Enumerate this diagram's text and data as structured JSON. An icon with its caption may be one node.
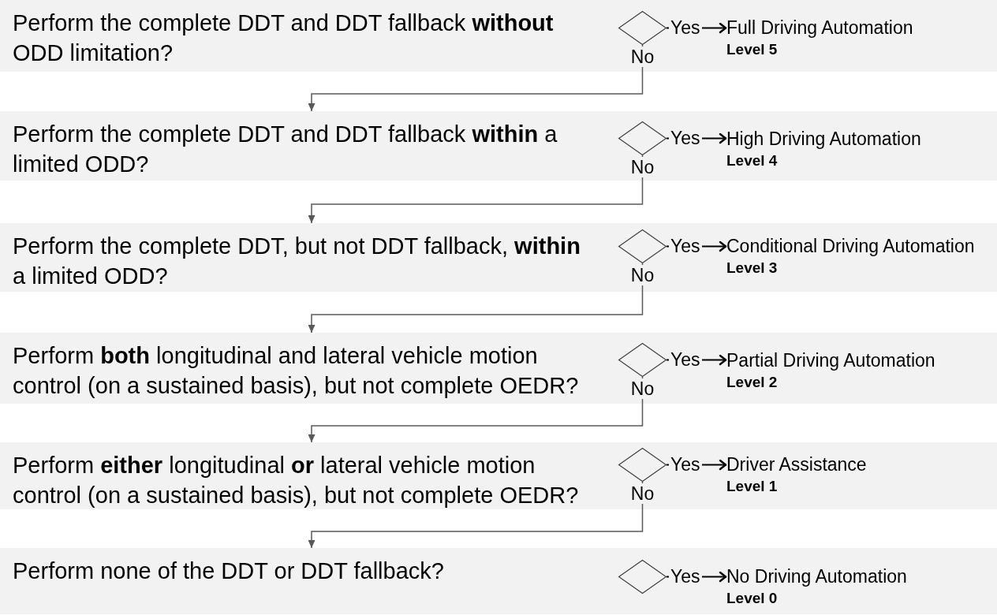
{
  "diagram": {
    "nodes": [
      {
        "text": [
          "Perform the complete DDT and DDT fallback **without** ODD limitation?"
        ]
      },
      {
        "text": [],
        "shape": "diamond",
        "in": 0
      },
      {
        "text": [
          "Full Driving Automation",
          "Level 5"
        ],
        "in": 0
      },
      {
        "text": [
          "Perform the complete DDT and DDT fallback **within** a limited ODD?"
        ]
      },
      {
        "text": [],
        "shape": "diamond",
        "in": 3
      },
      {
        "text": [
          "High Driving Automation",
          "Level 4"
        ],
        "in": 3
      },
      {
        "text": [
          "Perform the complete DDT, but not DDT fallback, **within** a limited ODD?"
        ]
      },
      {
        "text": [],
        "shape": "diamond",
        "in": 6
      },
      {
        "text": [
          "Conditional Driving Automation",
          "Level 3"
        ],
        "in": 6
      },
      {
        "text": [
          "Perform **both** longitudinal and lateral vehicle motion control (on a sustained basis), but not complete OEDR?"
        ]
      },
      {
        "text": [],
        "shape": "diamond",
        "in": 9
      },
      {
        "text": [
          "Partial Driving Automation",
          "Level 2"
        ],
        "in": 9
      },
      {
        "text": [
          "Perform **either** longitudinal **or** lateral vehicle motion control (on a sustained basis), but not complete OEDR?"
        ]
      },
      {
        "text": [],
        "shape": "diamond",
        "in": 12
      },
      {
        "text": [
          "Driver Assistance",
          "Level 1"
        ],
        "in": 12
      },
      {
        "text": [
          "Perform none of the DDT or DDT fallback?"
        ]
      },
      {
        "text": [],
        "shape": "diamond",
        "in": 15
      },
      {
        "text": [
          "No Driving Automation",
          "Level 0"
        ],
        "in": 15
      }
    ],
    "edges": [
      {
        "from": 1,
        "to": 2,
        "arrow": "to",
        "label": "Yes"
      },
      {
        "from": 1,
        "to": 3,
        "arrow": "to",
        "label": "No",
        "color": "#595959"
      },
      {
        "from": 4,
        "to": 5,
        "arrow": "to",
        "label": "Yes"
      },
      {
        "from": 4,
        "to": 6,
        "arrow": "to",
        "label": "No",
        "color": "#595959"
      },
      {
        "from": 7,
        "to": 8,
        "arrow": "to",
        "label": "Yes"
      },
      {
        "from": 7,
        "to": 9,
        "arrow": "to",
        "label": "No",
        "color": "#595959"
      },
      {
        "from": 10,
        "to": 11,
        "arrow": "to",
        "label": "Yes"
      },
      {
        "from": 10,
        "to": 12,
        "arrow": "to",
        "label": "No",
        "color": "#595959"
      },
      {
        "from": 13,
        "to": 14,
        "arrow": "to",
        "label": "Yes"
      },
      {
        "from": 13,
        "to": 15,
        "arrow": "to",
        "label": "No",
        "color": "#595959"
      },
      {
        "from": 16,
        "to": 17,
        "arrow": "to",
        "label": "Yes"
      }
    ]
  }
}
